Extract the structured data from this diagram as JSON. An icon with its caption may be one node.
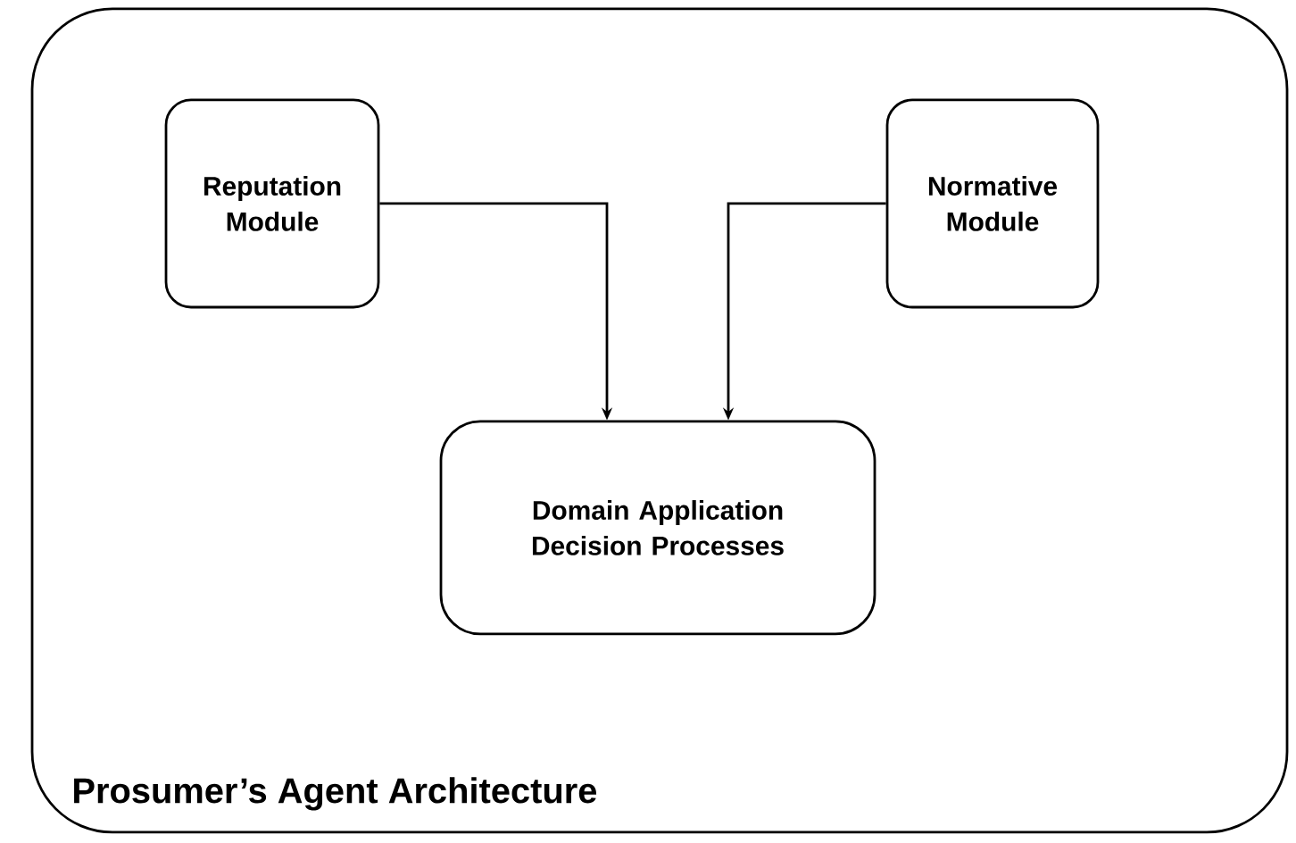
{
  "diagram": {
    "nodes": [
      {
        "text": [
          "Prosumer’s Agent Architecture"
        ]
      },
      {
        "text": [
          "Reputation Module"
        ],
        "in": 0
      },
      {
        "text": [
          "Normative Module"
        ],
        "in": 0
      },
      {
        "text": [
          "Domain Application Decision Processes"
        ],
        "in": 0
      }
    ],
    "edges": [
      {
        "from": 1,
        "to": 3,
        "arrow": "to"
      },
      {
        "from": 2,
        "to": 3,
        "arrow": "to"
      }
    ]
  }
}
